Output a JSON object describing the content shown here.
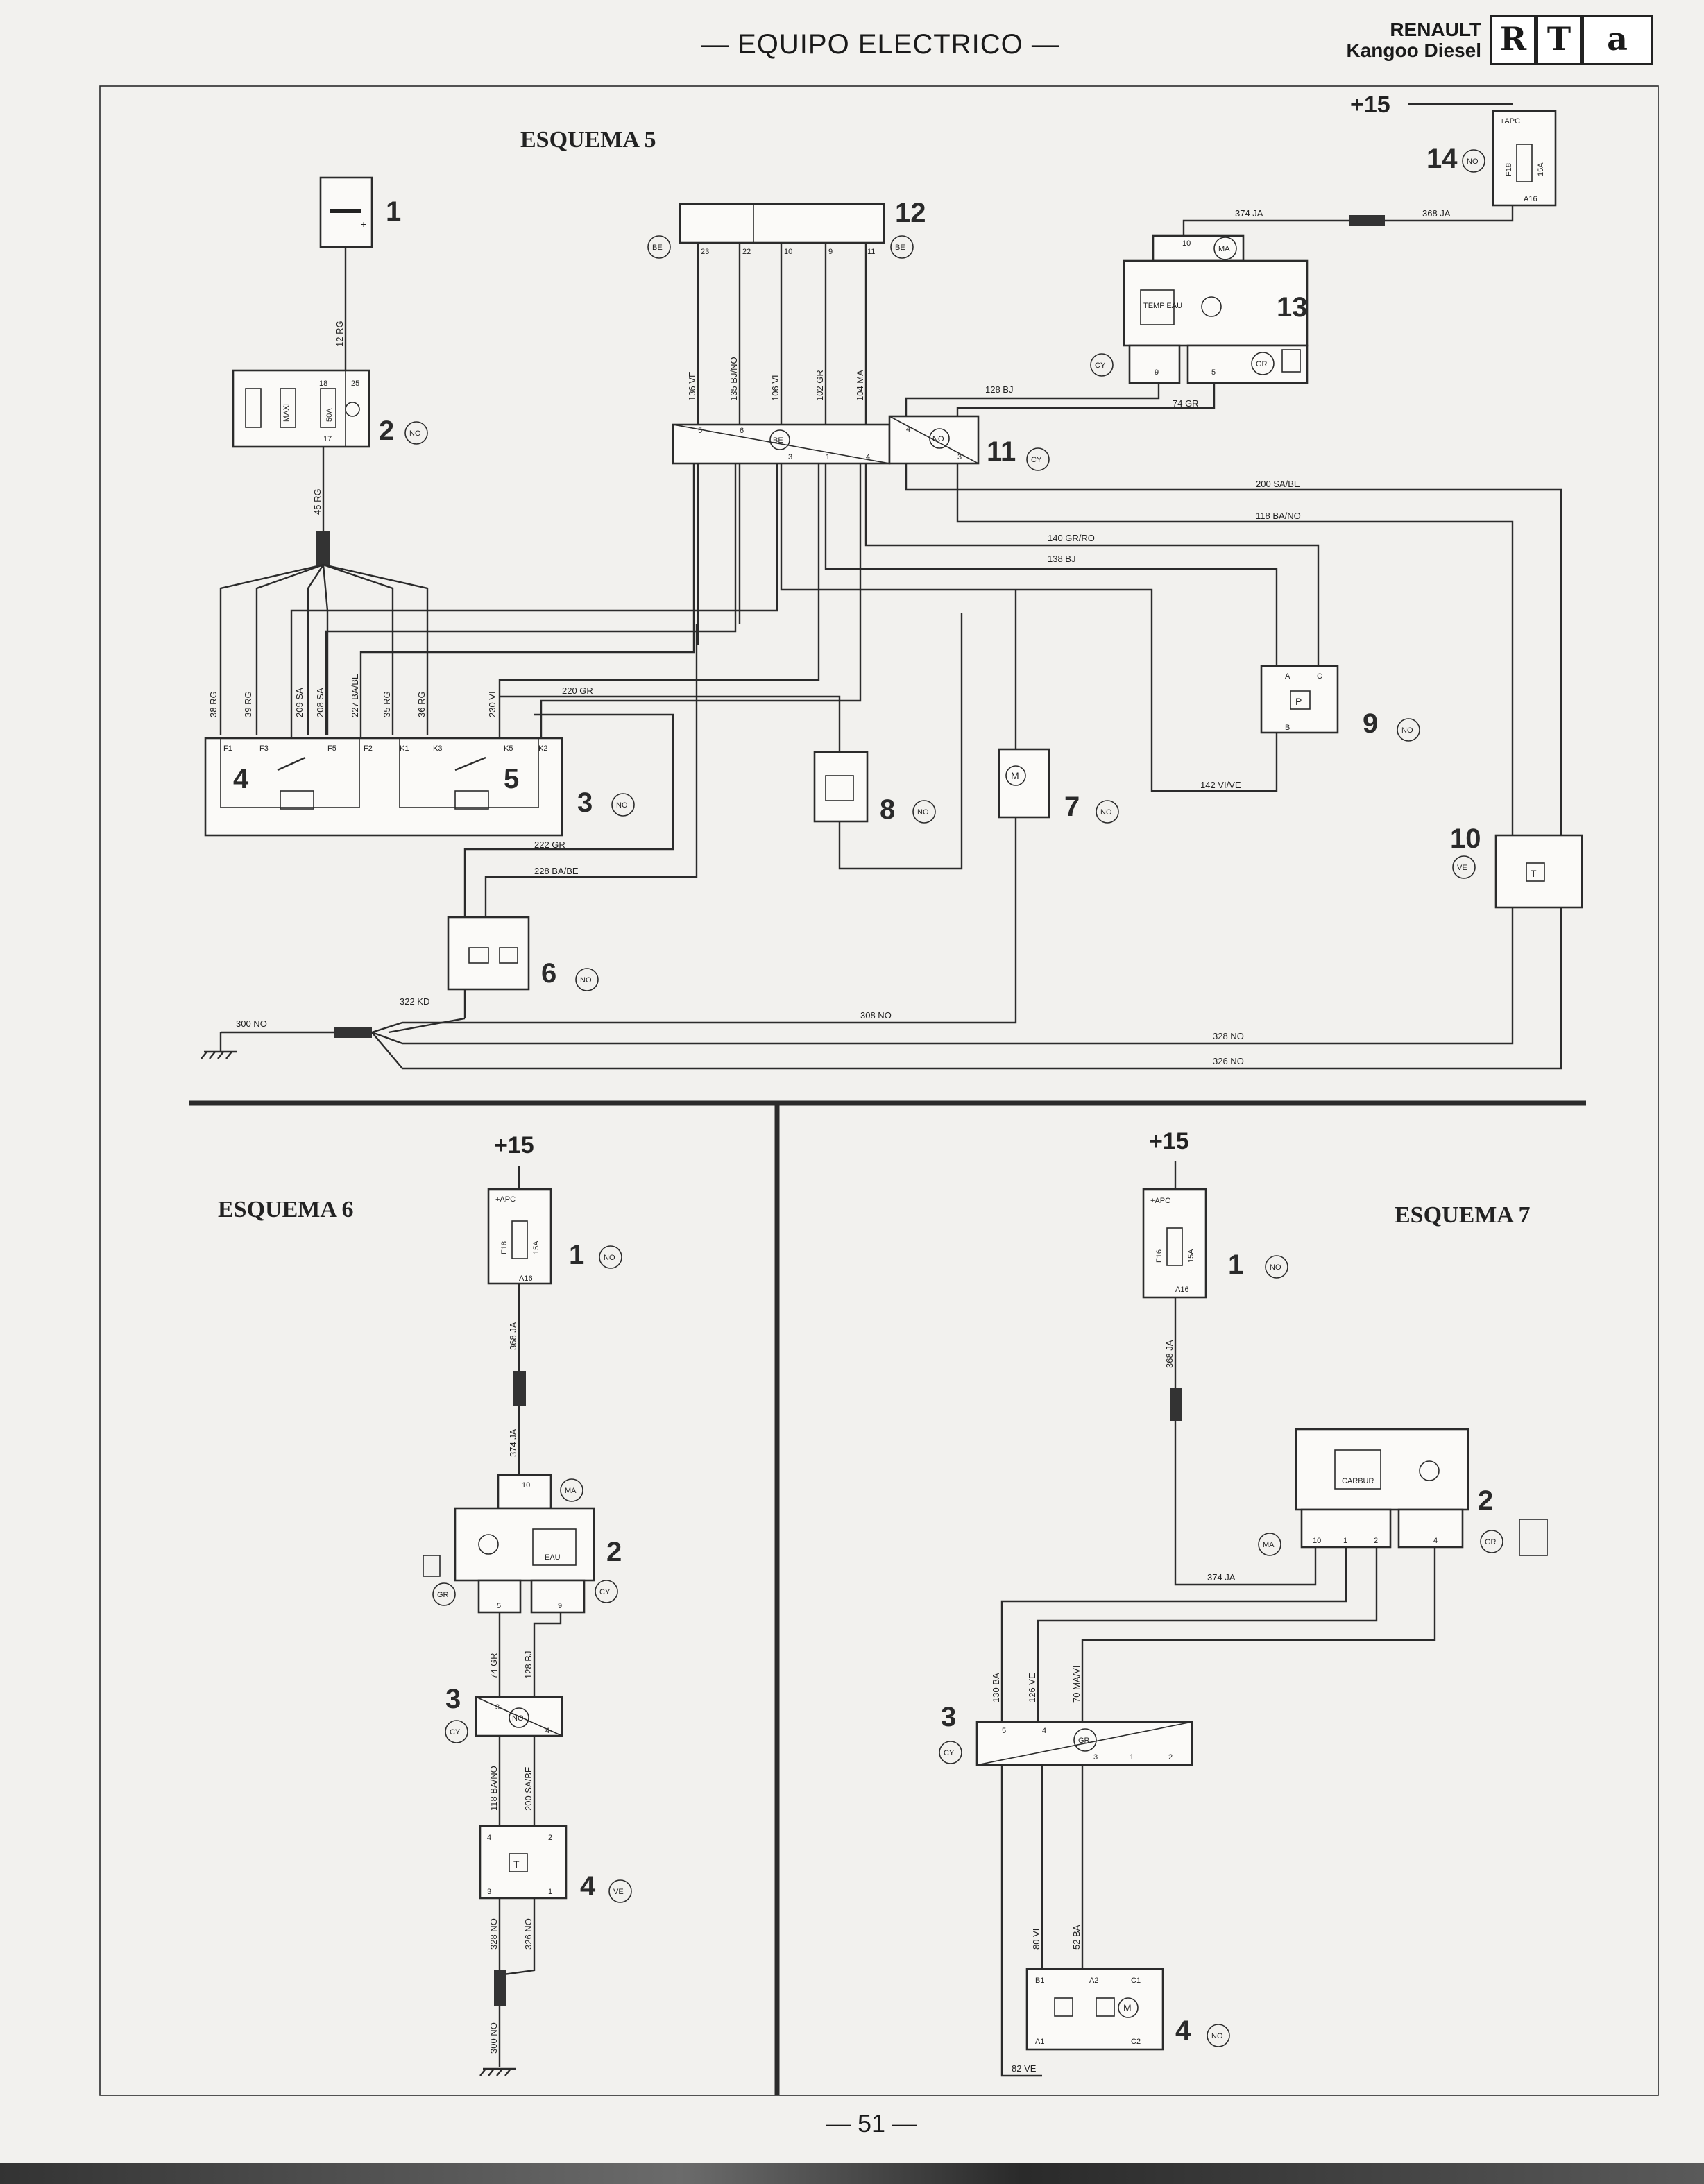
{
  "header": {
    "title": "— EQUIPO ELECTRICO —",
    "brand_line1": "RENAULT",
    "brand_line2": "Kangoo Diesel",
    "logo_letters": [
      "R",
      "T",
      "a"
    ]
  },
  "footer": {
    "page": "— 51 —"
  },
  "esquema5": {
    "title": "ESQUEMA 5",
    "supply": "+15",
    "components": {
      "c1": "1",
      "c2": "2",
      "c3": "3",
      "c4": "4",
      "c5": "5",
      "c6": "6",
      "c7": "7",
      "c8": "8",
      "c9": "9",
      "c10": "10",
      "c11": "11",
      "c12": "12",
      "c13": "13",
      "c14": "14"
    },
    "codes": {
      "c2": "NO",
      "c3": "NO",
      "c6": "NO",
      "c7": "NO",
      "c8": "NO",
      "c9": "NO",
      "c10": "VE",
      "c11": "CY",
      "c12a": "BE",
      "c12b": "BE",
      "c12c": "BE",
      "c13a": "MA",
      "c13b": "CY",
      "c13c": "GR",
      "c14": "NO"
    },
    "wires": {
      "w12": "12 RG",
      "w45": "45 RG",
      "w38": "38 RG",
      "w39": "39 RG",
      "w209": "209 SA",
      "w208": "208 SA",
      "w227": "227 BA/BE",
      "w35": "35 RG",
      "w36": "36 RG",
      "w230": "230 VI",
      "w220": "220 GR",
      "w222": "222 GR",
      "w228": "228 BA/BE",
      "w322": "322 KD",
      "w300": "300 NO",
      "w308": "308 NO",
      "w328": "328 NO",
      "w326": "326 NO",
      "w136": "136 VE",
      "w135": "135 BJ/NO",
      "w106": "106 VI",
      "w102": "102 GR",
      "w104": "104 MA",
      "w128": "128 BJ",
      "w74": "74 GR",
      "w374": "374 JA",
      "w368": "368 JA",
      "w200": "200 SA/BE",
      "w118": "118 BA/NO",
      "w140": "140 GR/RO",
      "w138": "138 BJ",
      "w142": "142 VI/VE"
    },
    "pins": {
      "p23": "23",
      "p22": "22",
      "p10": "10",
      "p9": "9",
      "p11": "11",
      "p5": "5",
      "p6": "6",
      "p3": "3",
      "p1": "1",
      "p4": "4",
      "p4b": "4",
      "p3b": "3",
      "p18": "18",
      "p25": "25",
      "p17": "17",
      "pF1": "F1",
      "pF3": "F3",
      "pF5": "F5",
      "pF2": "F2",
      "pK1": "K1",
      "pK3": "K3",
      "pK5": "K5",
      "pK2": "K2",
      "pA": "A",
      "pC": "C",
      "pB": "B",
      "p13a": "9",
      "p13b": "5",
      "p13c": "10",
      "f18": "F18",
      "a16": "A16",
      "apc": "+APC",
      "amp": "15A",
      "maxi": "MAXI",
      "amp2": "50A"
    },
    "icon_labels": {
      "temp": "TEMP EAU",
      "p": "P",
      "m": "M",
      "t": "T"
    }
  },
  "esquema6": {
    "title": "ESQUEMA 6",
    "supply": "+15",
    "components": {
      "c1": "1",
      "c2": "2",
      "c3": "3",
      "c4": "4"
    },
    "codes": {
      "c1": "NO",
      "c2a": "MA",
      "c2b": "GR",
      "c2c": "CY",
      "c3a": "CY",
      "c3b": "NO",
      "c4": "VE"
    },
    "wires": {
      "w368": "368 JA",
      "w374": "374 JA",
      "w74": "74 GR",
      "w128": "128 BJ",
      "w118": "118 BA/NO",
      "w200": "200 SA/BE",
      "w328": "328 NO",
      "w326": "326 NO",
      "w300": "300 NO"
    },
    "pins": {
      "p10": "10",
      "p5": "5",
      "p9": "9",
      "p3": "3",
      "p4": "4",
      "p4b": "4",
      "p2": "2",
      "p3b": "3",
      "p1": "1",
      "f18": "F18",
      "a16": "A16",
      "apc": "+APC",
      "amp": "15A"
    },
    "icon_labels": {
      "eau": "EAU",
      "t": "T"
    }
  },
  "esquema7": {
    "title": "ESQUEMA 7",
    "supply": "+15",
    "components": {
      "c1": "1",
      "c2": "2",
      "c3": "3",
      "c4": "4"
    },
    "codes": {
      "c1": "NO",
      "c2a": "MA",
      "c2b": "GR",
      "c3a": "CY",
      "c3b": "GR",
      "c4": "NO"
    },
    "wires": {
      "w368": "368 JA",
      "w374": "374 JA",
      "w130": "130 BA",
      "w126": "126 VE",
      "w70": "70 MA/VI",
      "w80": "80 VI",
      "w52": "52 BA",
      "w82": "82 VE"
    },
    "pins": {
      "p10": "10",
      "p1": "1",
      "p2": "2",
      "p4": "4",
      "p5": "5",
      "p4b": "4",
      "p3": "3",
      "p1b": "1",
      "p2b": "2",
      "pB1": "B1",
      "pA2": "A2",
      "pC1": "C1",
      "pA1": "A1",
      "pC2": "C2",
      "f16": "F16",
      "a16": "A16",
      "apc": "+APC",
      "amp": "15A"
    },
    "icon_labels": {
      "carbur": "CARBUR",
      "m": "M"
    }
  }
}
